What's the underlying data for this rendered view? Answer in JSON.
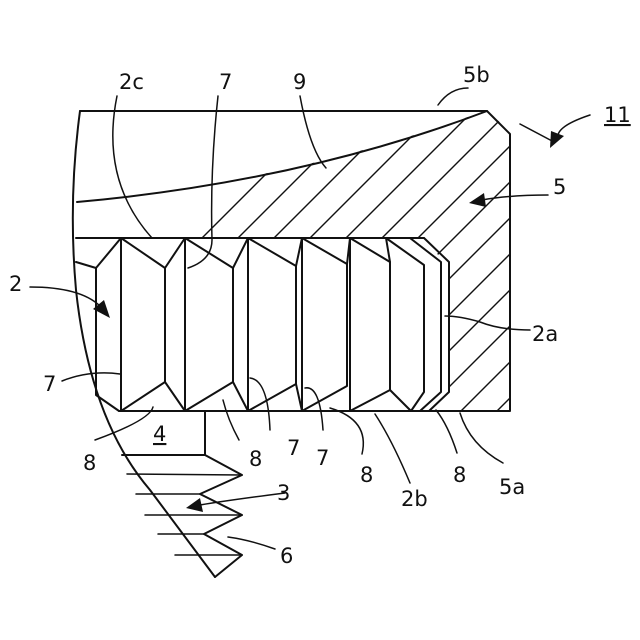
{
  "figure": {
    "labels": {
      "assembly": "11",
      "housing": "5",
      "housing_end_b": "5b",
      "housing_end_a": "5a",
      "bore_line": "9",
      "seal_member": "2",
      "seal_side_c": "2c",
      "seal_side_a": "2a",
      "seal_side_b": "2b",
      "lip_upper": "7",
      "lip_left": "7",
      "lip_mid1": "7",
      "lip_mid2": "7",
      "gap_left": "8",
      "gap_mid1": "8",
      "gap_mid2": "8",
      "gap_right": "8",
      "shaft": "3",
      "shaft_body": "4",
      "thread": "6"
    }
  }
}
